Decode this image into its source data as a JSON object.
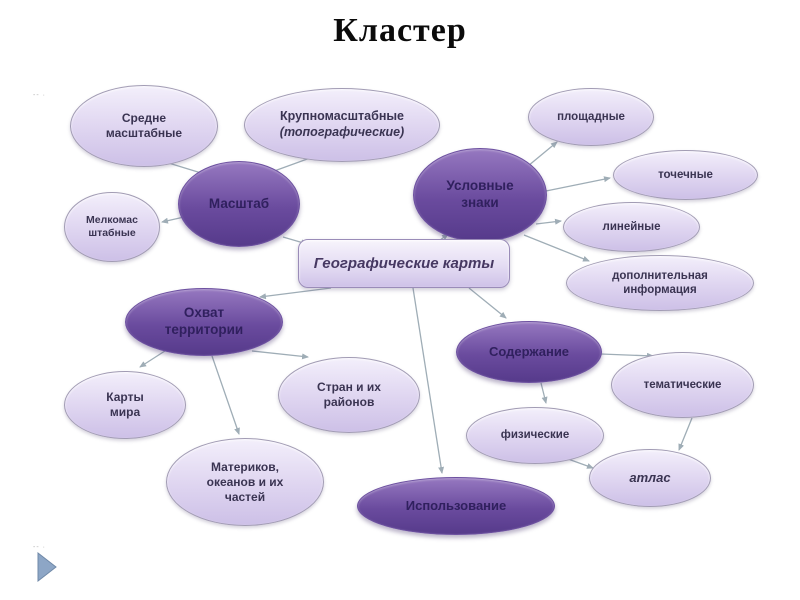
{
  "title": "Кластер",
  "center_node": {
    "label": "Географические карты"
  },
  "nodes": {
    "srednie": {
      "label": "Средне\nмасштабные"
    },
    "krupno": {
      "line1": "Крупномасштабные",
      "line2": "(топографические)"
    },
    "melko": {
      "label": "Мелкомас\nштабные"
    },
    "masshtab": {
      "label": "Масштаб"
    },
    "uslovnye": {
      "label": "Условные\nзнаки"
    },
    "ploshchadnye": {
      "label": "площадные"
    },
    "tochechnye": {
      "label": "точечные"
    },
    "lineynye": {
      "label": "линейные"
    },
    "dopolnitelnaya": {
      "label": "дополнительная\nинформация"
    },
    "okhvat": {
      "label": "Охват\nтерритории"
    },
    "karty_mira": {
      "label": "Карты\nмира"
    },
    "stran": {
      "label": "Стран и их\nрайонов"
    },
    "materikov": {
      "label": "Материков,\nокеанов и их\nчастей"
    },
    "soderzhanie": {
      "label": "Содержание"
    },
    "fizicheskie": {
      "label": "физические"
    },
    "tematicheskie": {
      "label": "тематические"
    },
    "atlas": {
      "label": "атлас"
    },
    "ispolzovanie": {
      "label": "Использование"
    }
  },
  "edges": [
    {
      "from": "srednie",
      "to": "masshtab"
    },
    {
      "from": "krupno",
      "to": "masshtab"
    },
    {
      "from": "masshtab",
      "to": "melko"
    },
    {
      "from": "masshtab",
      "to": "center"
    },
    {
      "from": "center",
      "to": "uslovnye"
    },
    {
      "from": "uslovnye",
      "to": "center"
    },
    {
      "from": "uslovnye",
      "to": "ploshchadnye"
    },
    {
      "from": "uslovnye",
      "to": "tochechnye"
    },
    {
      "from": "uslovnye",
      "to": "lineynye"
    },
    {
      "from": "uslovnye",
      "to": "dopolnitelnaya"
    },
    {
      "from": "center",
      "to": "okhvat"
    },
    {
      "from": "okhvat",
      "to": "karty_mira"
    },
    {
      "from": "okhvat",
      "to": "stran"
    },
    {
      "from": "okhvat",
      "to": "materikov"
    },
    {
      "from": "center",
      "to": "soderzhanie"
    },
    {
      "from": "center",
      "to": "ispolzovanie"
    },
    {
      "from": "soderzhanie",
      "to": "fizicheskie"
    },
    {
      "from": "soderzhanie",
      "to": "tematicheskie"
    },
    {
      "from": "tematicheskie",
      "to": "atlas"
    },
    {
      "from": "fizicheskie",
      "to": "atlas"
    }
  ],
  "colors": {
    "dark_node_fill": "#6a4b9e",
    "light_node_fill": "#ddd3f0",
    "center_fill": "#e4dcf3",
    "edge_line": "#9fadb6",
    "dark_node_text": "#30205e",
    "light_node_text": "#3a3452",
    "title_text": "#0b0b0b",
    "play_icon_fill": "#8da6c6"
  },
  "decorations": {
    "smudge_top": "‐‐ ·",
    "smudge_bottom": "‐‐ ·"
  }
}
